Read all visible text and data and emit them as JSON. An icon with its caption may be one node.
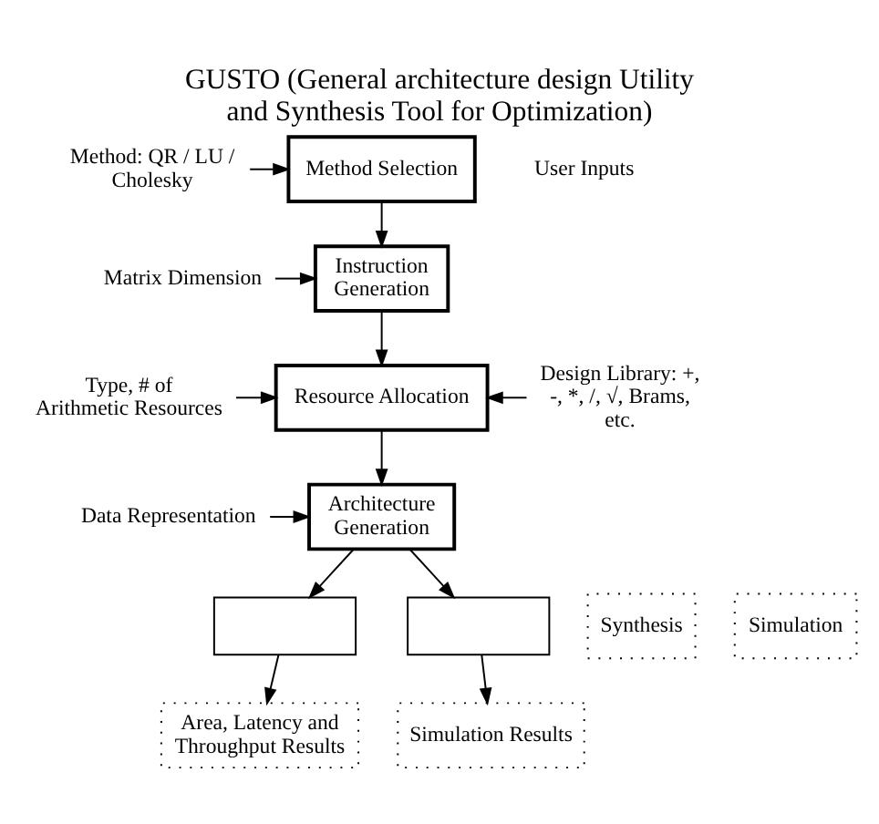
{
  "diagram": {
    "title": "GUSTO (General architecture design Utility and Synthesis Tool for Optimization)",
    "nodes": [
      {
        "text": [
          "Method: QR / LU / Cholesky"
        ]
      },
      {
        "text": [
          "Method Selection"
        ]
      },
      {
        "text": [
          "Matrix Dimension"
        ]
      },
      {
        "text": [
          "Instruction Generation"
        ]
      },
      {
        "text": [
          "Type, # of Arithmetic Resources"
        ]
      },
      {
        "text": [
          "Resource Allocation"
        ]
      },
      {
        "text": [
          "Design Library: +, -, *, /, √, Brams, etc."
        ]
      },
      {
        "text": [
          "Data Representation"
        ]
      },
      {
        "text": [
          "Architecture Generation"
        ]
      },
      {
        "text": [
          "Synthesis"
        ]
      },
      {
        "text": [
          "Simulation"
        ]
      },
      {
        "text": [],
        "shape": "box"
      },
      {
        "text": [],
        "shape": "box"
      },
      {
        "text": [
          "Area, Latency and Throughput Results"
        ]
      },
      {
        "text": [
          "Simulation Results"
        ]
      }
    ],
    "edges": [
      {
        "from": 0,
        "to": 1,
        "arrow": "to"
      },
      {
        "from": 1,
        "to": 3,
        "arrow": "to"
      },
      {
        "from": 2,
        "to": 3,
        "arrow": "to"
      },
      {
        "from": 3,
        "to": 5,
        "arrow": "to"
      },
      {
        "from": 4,
        "to": 5,
        "arrow": "to"
      },
      {
        "from": 6,
        "to": 5,
        "arrow": "to"
      },
      {
        "from": 5,
        "to": 8,
        "arrow": "to"
      },
      {
        "from": 7,
        "to": 8,
        "arrow": "to"
      },
      {
        "from": 8,
        "to": 11,
        "arrow": "to"
      },
      {
        "from": 8,
        "to": 12,
        "arrow": "to"
      },
      {
        "from": 11,
        "to": 13,
        "arrow": "to"
      },
      {
        "from": 12,
        "to": 14,
        "arrow": "to"
      }
    ],
    "labels": [
      "User Inputs"
    ]
  }
}
